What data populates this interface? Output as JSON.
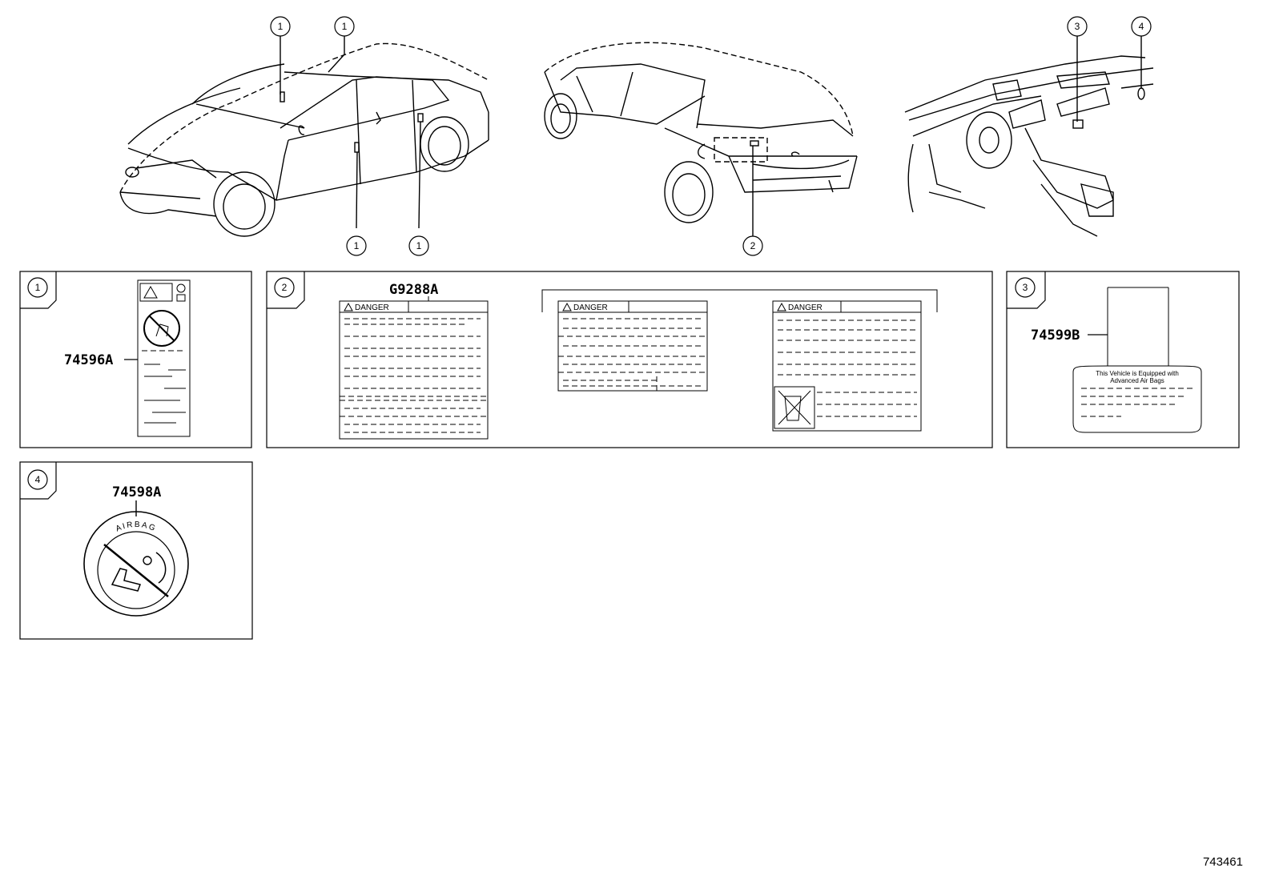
{
  "callouts": {
    "c1": "1",
    "c2": "2",
    "c3": "3",
    "c4": "4"
  },
  "panels": {
    "p1": {
      "callout": "1",
      "part": "74596A"
    },
    "p2": {
      "callout": "2",
      "part": "G9288A",
      "danger_label": "DANGER"
    },
    "p3": {
      "callout": "3",
      "part": "74599B",
      "label_line1": "This Vehicle is Equipped with",
      "label_line2": "Advanced  Air  Bags"
    },
    "p4": {
      "callout": "4",
      "part": "74598A",
      "seal_text": "AIRBAG"
    }
  },
  "diagram_id": "743461"
}
